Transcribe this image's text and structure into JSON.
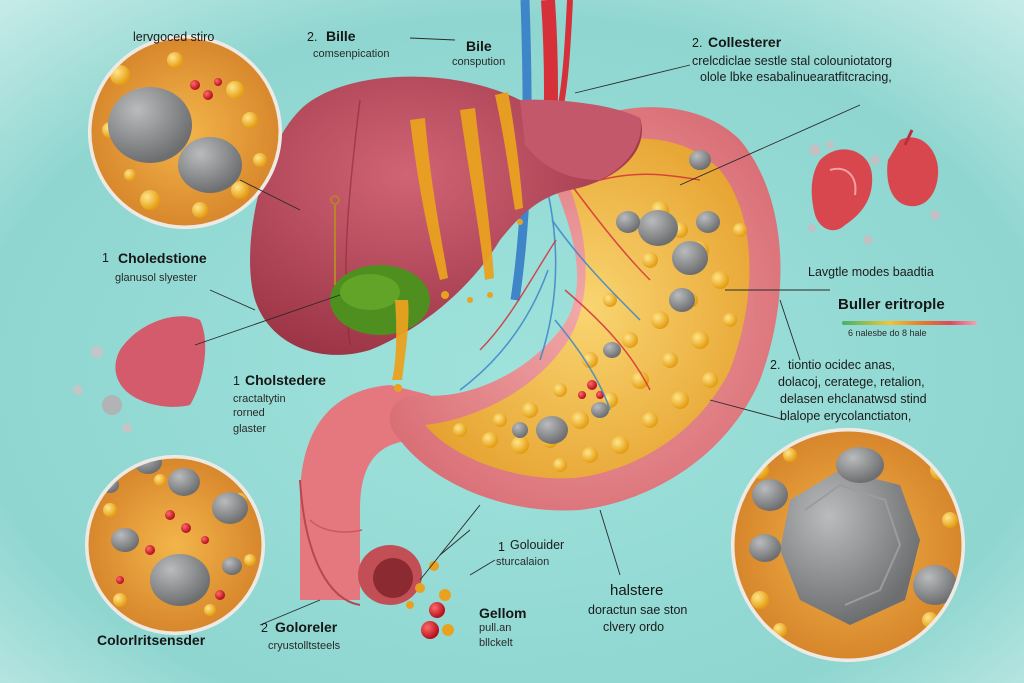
{
  "labels": {
    "top_left": "lervgoced stiro",
    "bille_num": "2.",
    "bille": "Bille",
    "bille_sub": "comsenpication",
    "bile": "Bile",
    "bile_sub": "conspution",
    "collesterer_num": "2.",
    "collesterer": "Collesterer",
    "collesterer_l1": "crelcdiclae sestle stal colouniotatorg",
    "collesterer_l2": "olole lbke esabalinuearatfitcracing,",
    "cholesdstione_num": "1",
    "cholesdstione": "Choledstione",
    "cholesdstione_sub": "glanusol slyester",
    "lavgtle": "Lavgtle modes baadtia",
    "buller": "Buller eritrople",
    "scale_text": "6  nalesbe  do  8  hale",
    "cholstedere_num": "1",
    "cholstedere": "Cholstedere",
    "cholstedere_l1": "cractaltytin",
    "cholstedere_l2": "rorned",
    "cholstedere_l3": "glaster",
    "right_num": "2.",
    "right_l1": "tiontio ocidec anas,",
    "right_l2": "dolacoj, ceratege, retalion,",
    "right_l3": "delasen ehclanatwsd stind",
    "right_l4": "blalope erycolanctiaton,",
    "golouider_num": "1",
    "golouider": "Golouider",
    "golouider_sub": "sturcalaion",
    "halstere": "halstere",
    "halstere_l1": "doractun sae ston",
    "halstere_l2": "clvery ordo",
    "gellom": "Gellom",
    "gellom_l1": "pull.an",
    "gellom_l2": "bllckelt",
    "goloreler_num": "2",
    "goloreler": "Goloreler",
    "goloreler_sub": "cryustolltsteels",
    "bottom_left": "Colorlritsensder"
  },
  "colors": {
    "background": "#8fd9d3",
    "liver": "#b84a5c",
    "bile": "#e9a21f",
    "gallbladder": "#4f8f1f",
    "stomach": "#e6858a",
    "fat": "#f2b12a",
    "stone": "#8a8c8f",
    "vein_blue": "#3f86c9",
    "artery_red": "#d6303a"
  }
}
